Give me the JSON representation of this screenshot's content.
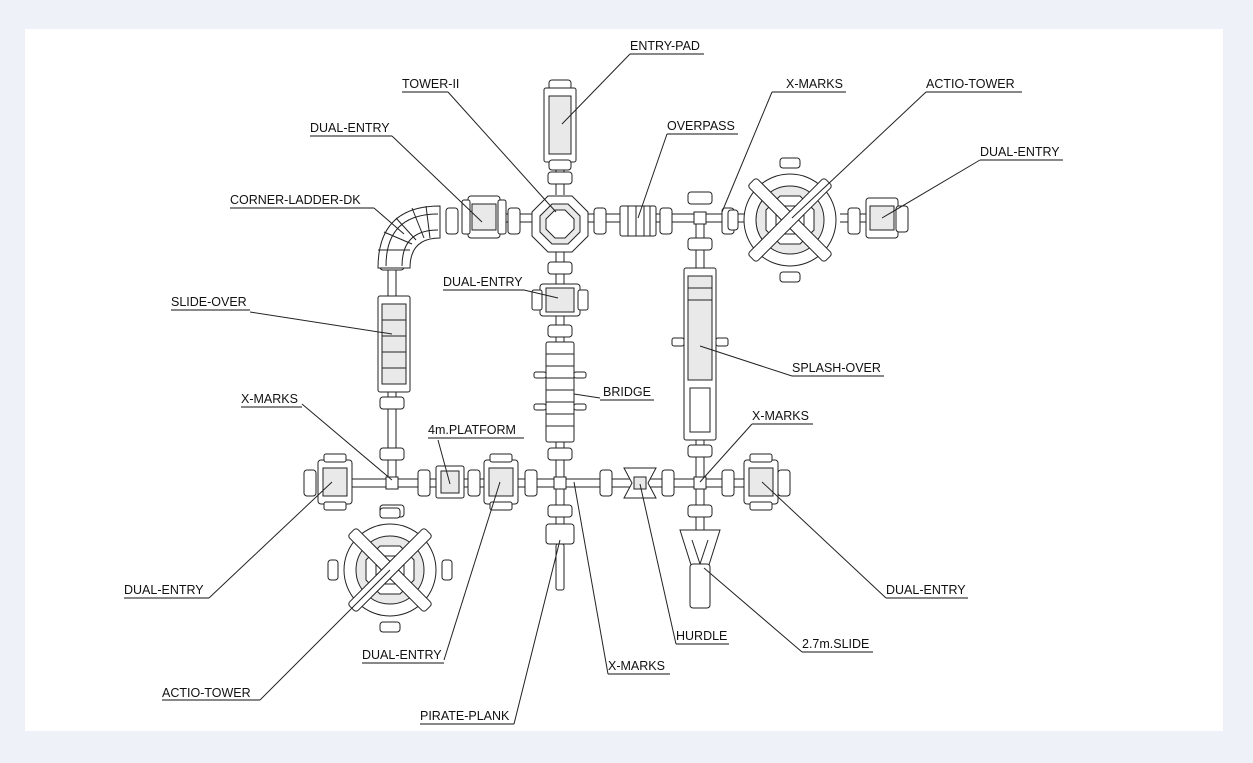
{
  "labels": {
    "entry_pad": "ENTRY-PAD",
    "tower_ii": "TOWER-II",
    "x_marks": "X-MARKS",
    "actio_tower": "ACTIO-TOWER",
    "dual_entry": "DUAL-ENTRY",
    "overpass": "OVERPASS",
    "corner_ladder_dk": "CORNER-LADDER-DK",
    "slide_over": "SLIDE-OVER",
    "splash_over": "SPLASH-OVER",
    "bridge": "BRIDGE",
    "platform_4m": "4m.PLATFORM",
    "hurdle": "HURDLE",
    "slide_27m": "2.7m.SLIDE",
    "pirate_plank": "PIRATE-PLANK"
  }
}
